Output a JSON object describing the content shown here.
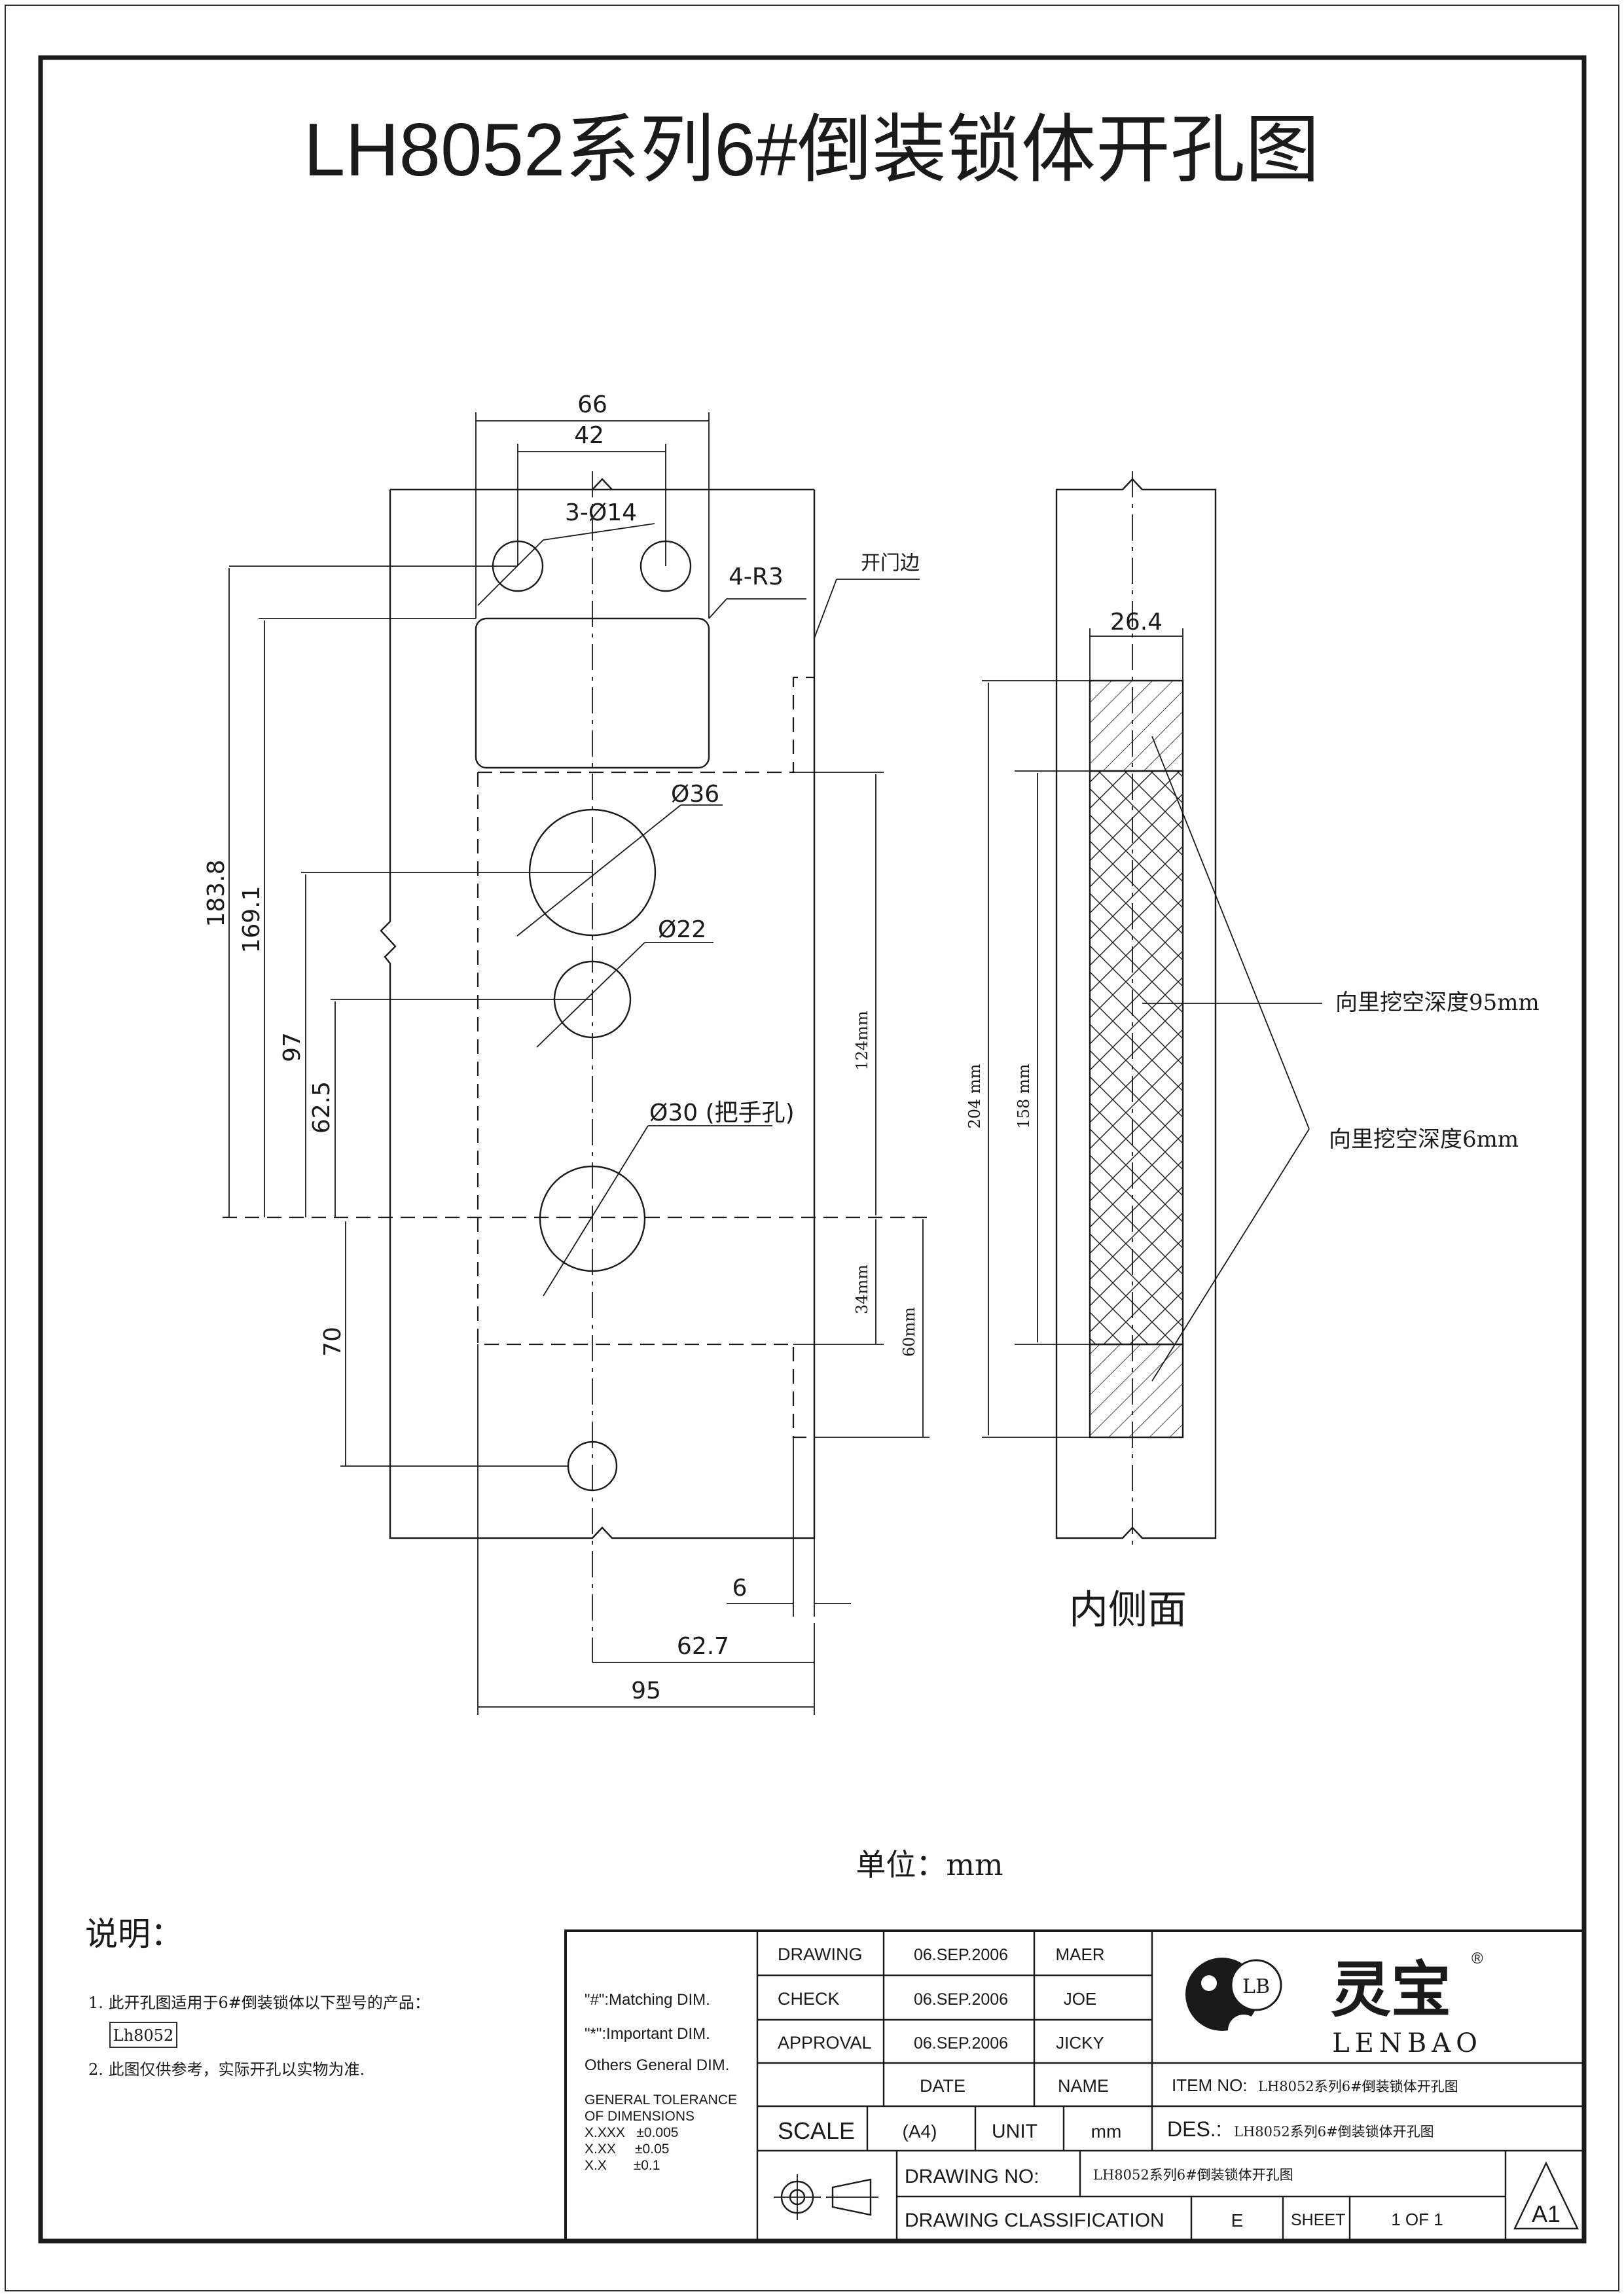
{
  "title": "LH8052系列6#倒装锁体开孔图",
  "front_view": {
    "dims": {
      "w66": "66",
      "w42": "42",
      "holes3": "3-Ø14",
      "r4": "4-R3",
      "door_edge": "开门边",
      "d36": "Ø36",
      "d22": "Ø22",
      "d30": "Ø30 (把手孔)",
      "h1838": "183.8",
      "h1691": "169.1",
      "h97": "97",
      "h625": "62.5",
      "h70": "70",
      "v124": "124mm",
      "v34": "34mm",
      "v60": "60mm",
      "w6": "6",
      "w627": "62.7",
      "w95": "95"
    }
  },
  "side_view": {
    "w264": "26.4",
    "h204": "204 mm",
    "h158": "158 mm",
    "depth95": "向里挖空深度95mm",
    "depth6": "向里挖空深度6mm",
    "caption": "内侧面"
  },
  "unit_label": "单位：mm",
  "notes": {
    "heading": "说明：",
    "items": [
      "1. 此开孔图适用于6#倒装锁体以下型号的产品：",
      "2. 此图仅供参考，实际开孔以实物为准."
    ],
    "model_box": "Lh8052"
  },
  "title_block": {
    "legend": {
      "matching": "\"#\":Matching  DIM.",
      "important": "\"*\":Important  DIM.",
      "others": "Others General  DIM."
    },
    "tolerance": {
      "heading1": "GENERAL TOLERANCE",
      "heading2": "OF DIMENSIONS",
      "rows": [
        "X.XXX   ±0.005",
        "X.XX     ±0.05",
        "X.X       ±0.1"
      ]
    },
    "rows": [
      {
        "label": "DRAWING",
        "date": "06.SEP.2006",
        "name": "MAER"
      },
      {
        "label": "CHECK",
        "date": "06.SEP.2006",
        "name": "JOE"
      },
      {
        "label": "APPROVAL",
        "date": "06.SEP.2006",
        "name": "JICKY"
      }
    ],
    "date_header": "DATE",
    "name_header": "NAME",
    "scale_label": "SCALE",
    "scale_value": "(A4)",
    "unit_label": "UNIT",
    "unit_value": "mm",
    "item_no_label": "ITEM NO:",
    "item_no_value": "LH8052系列6#倒装锁体开孔图",
    "des_label": "DES.:",
    "des_value": "LH8052系列6#倒装锁体开孔图",
    "drawing_no_label": "DRAWING NO:",
    "drawing_no_value": "LH8052系列6#倒装锁体开孔图",
    "classification_label": "DRAWING CLASSIFICATION",
    "classification_value": "E",
    "sheet_label": "SHEET",
    "sheet_value": "1 OF 1",
    "revision": "A1",
    "brand_cn": "灵宝",
    "brand_en": "LENBAO",
    "brand_mark": "LB",
    "registered": "®"
  }
}
